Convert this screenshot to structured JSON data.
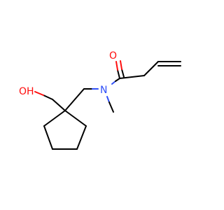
{
  "molecule": {
    "atoms": {
      "oxygen_carbonyl": "O",
      "nitrogen": "N",
      "hydroxyl": "OH"
    },
    "colors": {
      "bond": "#000000",
      "oxygen": "#ff0d0d",
      "nitrogen": "#3050f8"
    }
  }
}
